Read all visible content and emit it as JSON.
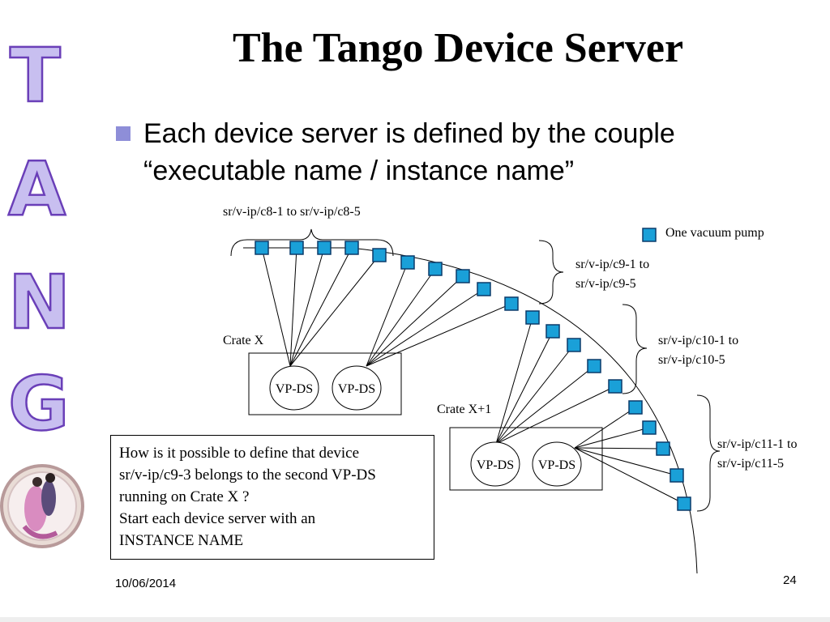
{
  "side_logo": {
    "letters": [
      "T",
      "A",
      "N",
      "G",
      "O"
    ],
    "colors": {
      "fill": "#c8bff0",
      "outline": "#6a3fb8"
    }
  },
  "slide": {
    "title": "The Tango Device Server",
    "bullet": "Each device server is defined by the couple\n“executable name / instance name”",
    "note": "How is it possible to define that device\nsr/v-ip/c9-3 belongs to the second VP-DS\nrunning on Crate X ?\nStart each device server with an\nINSTANCE NAME",
    "date": "10/06/2014",
    "page_number": "24"
  },
  "diagram": {
    "legend": "One vacuum pump",
    "groups": {
      "c8": "sr/v-ip/c8-1 to sr/v-ip/c8-5",
      "c9_line1": "sr/v-ip/c9-1 to",
      "c9_line2": "sr/v-ip/c9-5",
      "c10_line1": "sr/v-ip/c10-1 to",
      "c10_line2": "sr/v-ip/c10-5",
      "c11_line1": "sr/v-ip/c11-1 to",
      "c11_line2": "sr/v-ip/c11-5"
    },
    "crates": [
      {
        "label": "Crate X",
        "servers": [
          "VP-DS",
          "VP-DS"
        ]
      },
      {
        "label": "Crate X+1",
        "servers": [
          "VP-DS",
          "VP-DS"
        ]
      }
    ],
    "colors": {
      "pump": "#1aa0d8",
      "bullet": "#8e8ed8"
    }
  }
}
